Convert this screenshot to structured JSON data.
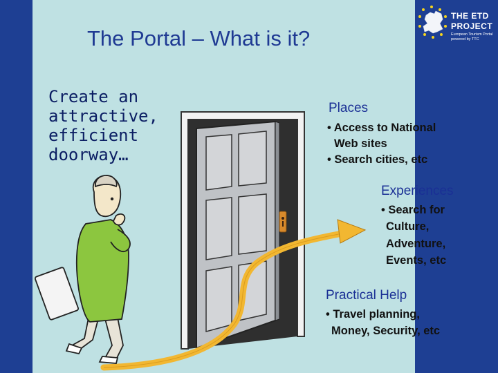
{
  "slide": {
    "title": "The Portal – What is it?",
    "tagline": "Create an attractive, efficient doorway…"
  },
  "logo": {
    "line1": "THE ETD",
    "line2": "PROJECT",
    "line3": "European Tourism Portal",
    "line4": "powered by TTC"
  },
  "sections": {
    "places": {
      "heading": "Places",
      "bullet1_line1": "• Access to National",
      "bullet1_line2": "Web sites",
      "bullet2": "• Search cities, etc"
    },
    "experiences": {
      "heading": "Experiences",
      "bullet1_line1": "• Search for",
      "bullet1_line2": "Culture,",
      "bullet1_line3": "Adventure,",
      "bullet1_line4": "Events, etc"
    },
    "practical": {
      "heading": "Practical Help",
      "bullet1_line1": "• Travel planning,",
      "bullet1_line2": "Money, Security, etc"
    }
  },
  "colors": {
    "background": "#bfe1e3",
    "band": "#1e3f93",
    "title": "#1f3a93",
    "heading": "#1a2f95",
    "arrow": "#f2b731",
    "figure_jacket": "#8cc63f"
  },
  "icons": {
    "logo": "eu-map-stars-icon",
    "illustration": "open-door-and-thinking-person",
    "arrow": "curved-path-arrow-icon"
  }
}
